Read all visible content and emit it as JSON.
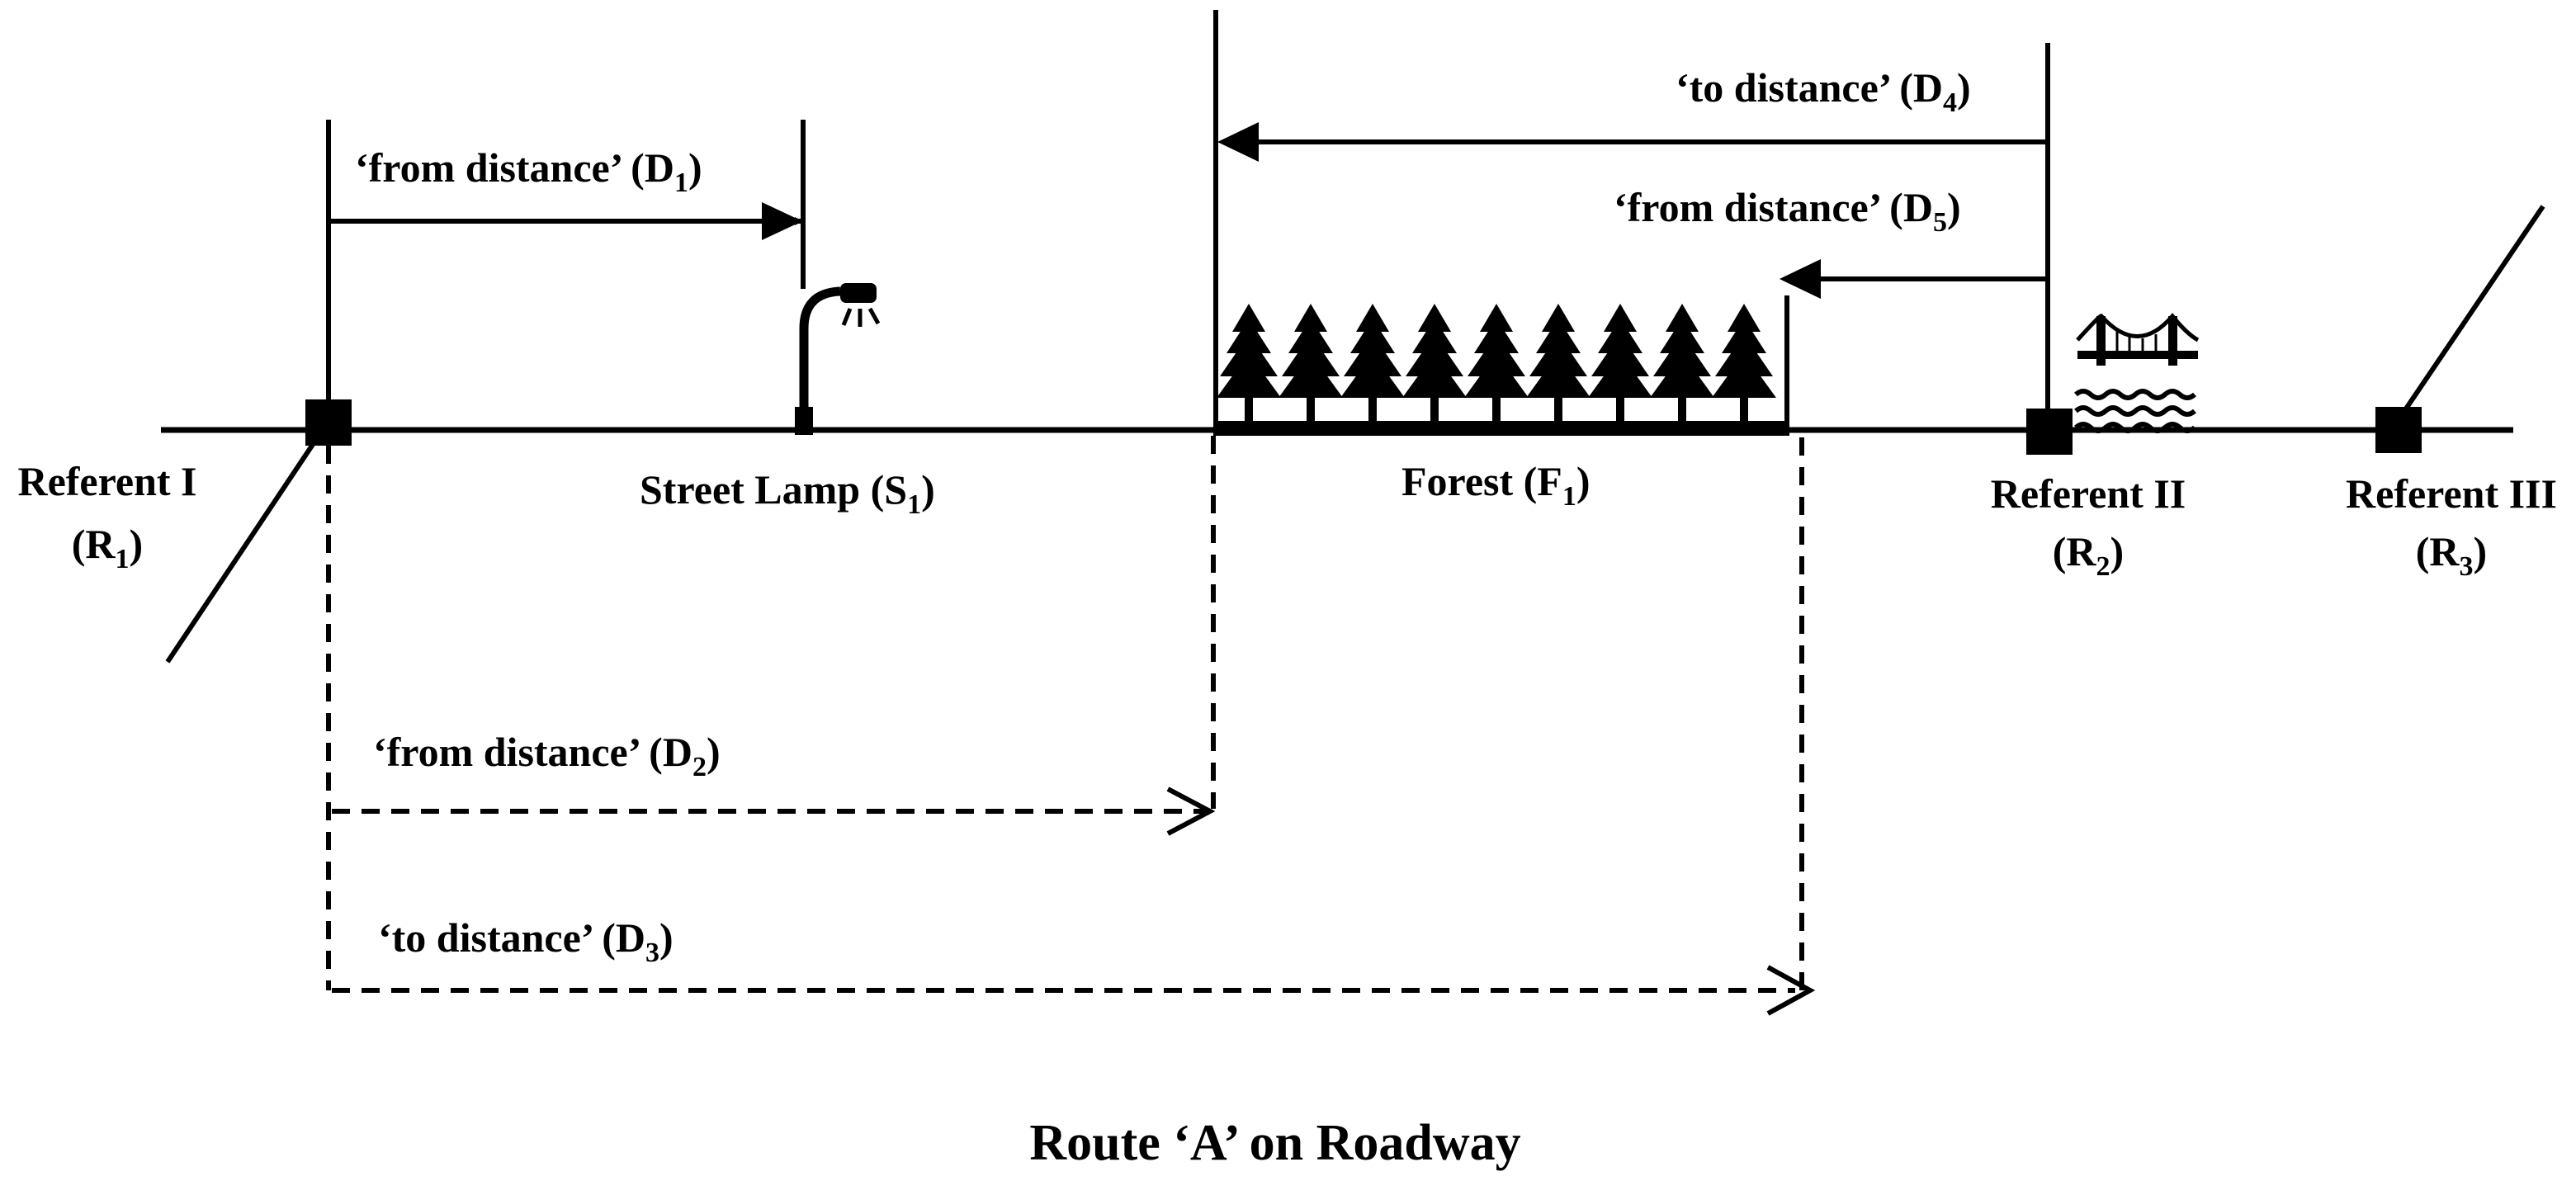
{
  "title": "Route ‘A’ on Roadway",
  "referents": [
    {
      "name": "Referent I",
      "code": "(R",
      "sub": "1",
      "close": ")"
    },
    {
      "name": "Referent II",
      "code": "(R",
      "sub": "2",
      "close": ")"
    },
    {
      "name": "Referent III",
      "code": "(R",
      "sub": "3",
      "close": ")"
    }
  ],
  "features": {
    "street_lamp": {
      "label": "Street Lamp (S",
      "sub": "1",
      "close": ")"
    },
    "forest": {
      "label": "Forest (F",
      "sub": "1",
      "close": ")"
    }
  },
  "distances": {
    "d1": {
      "label": "‘from distance’ (D",
      "sub": "1",
      "close": ")"
    },
    "d2": {
      "label": "‘from distance’ (D",
      "sub": "2",
      "close": ")"
    },
    "d3": {
      "label": "‘to distance’ (D",
      "sub": "3",
      "close": ")"
    },
    "d4": {
      "label": "‘to distance’ (D",
      "sub": "4",
      "close": ")"
    },
    "d5": {
      "label": "‘from distance’ (D",
      "sub": "5",
      "close": ")"
    }
  },
  "icons": [
    "street-lamp-icon",
    "tree-icon",
    "bridge-icon",
    "referent-marker-icon",
    "arrowhead-icon"
  ],
  "colors": {
    "ink": "#000000",
    "background": "#ffffff"
  }
}
